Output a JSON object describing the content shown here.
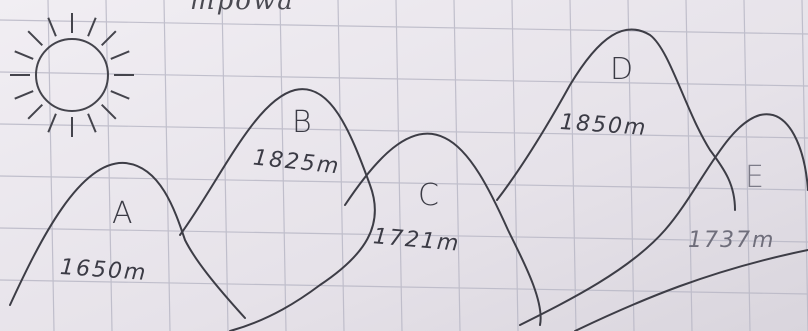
{
  "sketch": {
    "top_scribble": "mpowa",
    "peaks": [
      {
        "id": "A",
        "label": "A",
        "altitude": "1650m"
      },
      {
        "id": "B",
        "label": "B",
        "altitude": "1825m"
      },
      {
        "id": "C",
        "label": "C",
        "altitude": "1721m"
      },
      {
        "id": "D",
        "label": "D",
        "altitude": "1850m"
      },
      {
        "id": "E",
        "label": "E",
        "altitude": "1737m"
      }
    ],
    "icons": {
      "sun": "sun-icon"
    },
    "colors": {
      "paper": "#e9e6ec",
      "grid": "#b9b8c6",
      "pencil": "#3b3b45",
      "rule": "#cfc9d6"
    }
  }
}
